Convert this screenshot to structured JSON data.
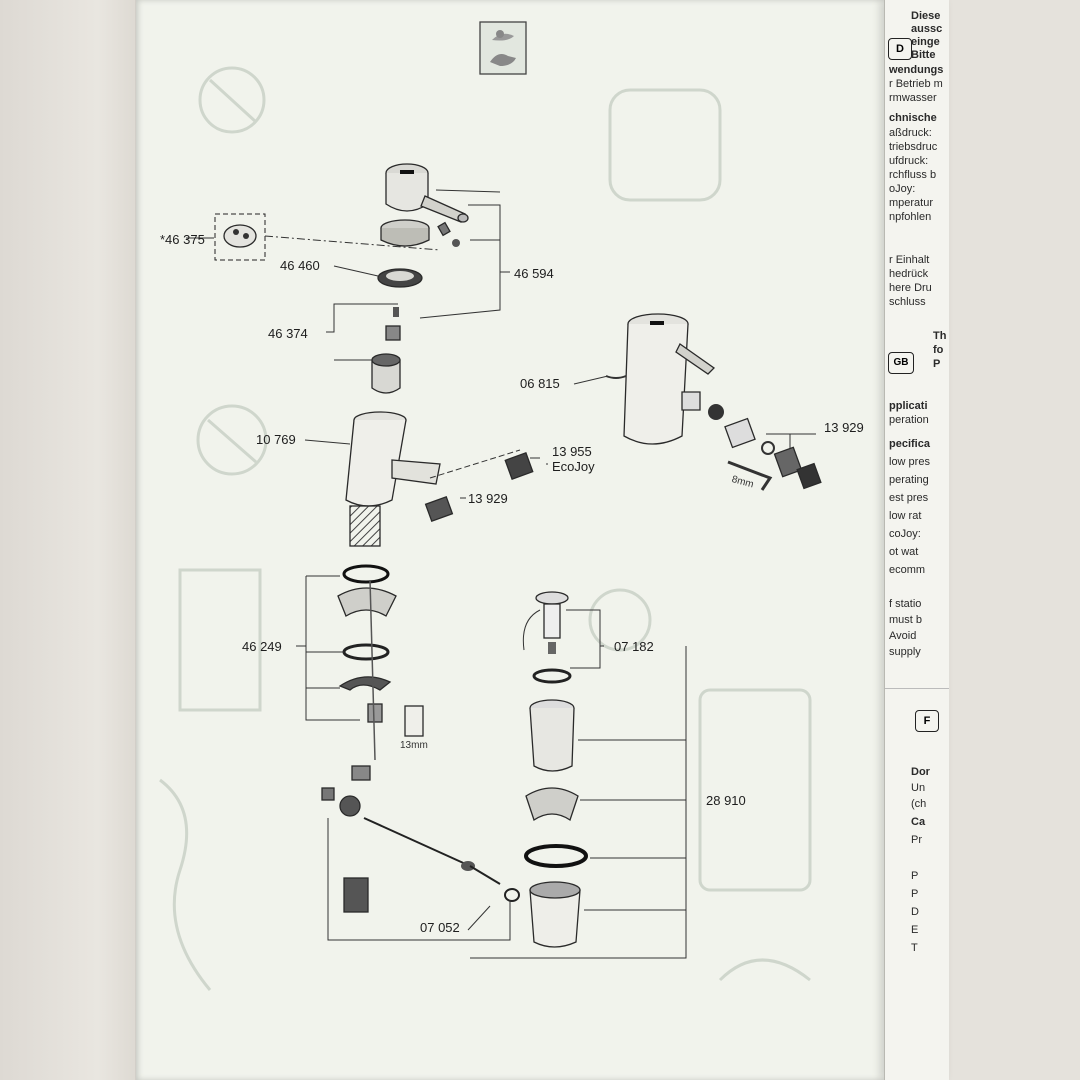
{
  "manual": {
    "part_numbers": [
      {
        "id": "p46375",
        "text": "*46 375"
      },
      {
        "id": "p46460",
        "text": "46 460"
      },
      {
        "id": "p46594",
        "text": "46 594"
      },
      {
        "id": "p46374",
        "text": "46 374"
      },
      {
        "id": "p06815",
        "text": "06 815"
      },
      {
        "id": "p10769",
        "text": "10 769"
      },
      {
        "id": "p13955",
        "text": "13 955"
      },
      {
        "id": "pEcoJoy",
        "text": "EcoJoy"
      },
      {
        "id": "p13929a",
        "text": "13 929"
      },
      {
        "id": "p13929b",
        "text": "13 929"
      },
      {
        "id": "p46249",
        "text": "46 249"
      },
      {
        "id": "p07182",
        "text": "07 182"
      },
      {
        "id": "p28910",
        "text": "28 910"
      },
      {
        "id": "p07052",
        "text": "07 052"
      }
    ],
    "dimensions": [
      {
        "id": "d13mm",
        "text": "13mm"
      },
      {
        "id": "d8mm",
        "text": "8mm"
      }
    ]
  },
  "side_page": {
    "lines": [
      {
        "text": "Diese",
        "bold": true
      },
      {
        "text": "aussc",
        "bold": true
      },
      {
        "text": "einge",
        "bold": true
      },
      {
        "text": "Bitte",
        "bold": true
      },
      {
        "text": "wendungs",
        "bold": true
      },
      {
        "text": "r Betrieb m",
        "bold": false
      },
      {
        "text": "rmwasser",
        "bold": false
      },
      {
        "text": "chnische",
        "bold": true
      },
      {
        "text": "aßdruck:",
        "bold": false
      },
      {
        "text": "triebsdruc",
        "bold": false
      },
      {
        "text": "ufdruck:",
        "bold": false
      },
      {
        "text": "rchfluss b",
        "bold": false
      },
      {
        "text": "oJoy:",
        "bold": false
      },
      {
        "text": "mperatur",
        "bold": false
      },
      {
        "text": "npfohlen",
        "bold": false
      },
      {
        "text": "r Einhalt",
        "bold": false
      },
      {
        "text": "hedrück",
        "bold": false
      },
      {
        "text": "here Dru",
        "bold": false
      },
      {
        "text": "schluss",
        "bold": false
      },
      {
        "text": "Th",
        "bold": true
      },
      {
        "text": "fo",
        "bold": true
      },
      {
        "text": "P",
        "bold": true
      },
      {
        "text": "pplicati",
        "bold": true
      },
      {
        "text": "peration",
        "bold": false
      },
      {
        "text": "pecifica",
        "bold": true
      },
      {
        "text": "low pres",
        "bold": false
      },
      {
        "text": "perating",
        "bold": false
      },
      {
        "text": "est pres",
        "bold": false
      },
      {
        "text": "low rat",
        "bold": false
      },
      {
        "text": "coJoy:",
        "bold": false
      },
      {
        "text": "ot wat",
        "bold": false
      },
      {
        "text": "ecomm",
        "bold": false
      },
      {
        "text": "f statio",
        "bold": false
      },
      {
        "text": "must b",
        "bold": false
      },
      {
        "text": "Avoid",
        "bold": false
      },
      {
        "text": "supply",
        "bold": false
      },
      {
        "text": "Dor",
        "bold": true
      },
      {
        "text": "Un",
        "bold": false
      },
      {
        "text": "(ch",
        "bold": false
      },
      {
        "text": "Ca",
        "bold": true
      },
      {
        "text": "Pr",
        "bold": false
      },
      {
        "text": "P",
        "bold": false
      },
      {
        "text": "P",
        "bold": false
      },
      {
        "text": "D",
        "bold": false
      },
      {
        "text": "E",
        "bold": false
      },
      {
        "text": "T",
        "bold": false
      }
    ],
    "lang_boxes": [
      {
        "code": "D"
      },
      {
        "code": "GB"
      },
      {
        "code": "F"
      }
    ]
  }
}
